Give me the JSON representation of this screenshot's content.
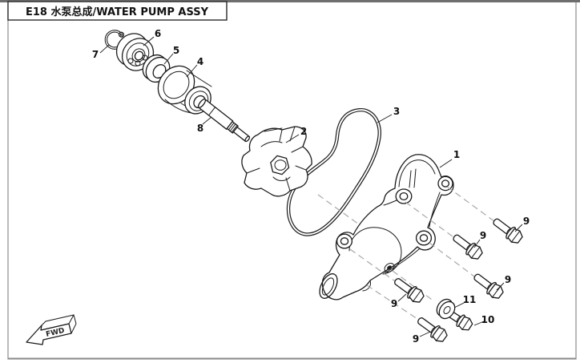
{
  "header": {
    "title": "E18 水泵总成/WATER PUMP ASSY"
  },
  "callouts": {
    "n1": "1",
    "n2": "2",
    "n3": "3",
    "n4": "4",
    "n5": "5",
    "n6": "6",
    "n7": "7",
    "n8": "8",
    "n9": "9",
    "n10": "10",
    "n11": "11"
  },
  "direction_indicator": {
    "label": "FWD"
  },
  "colors": {
    "ink": "#1a1a1a",
    "dashed_line": "#a8a8a8",
    "frame": "#8c8c8c",
    "background": "#ffffff"
  }
}
